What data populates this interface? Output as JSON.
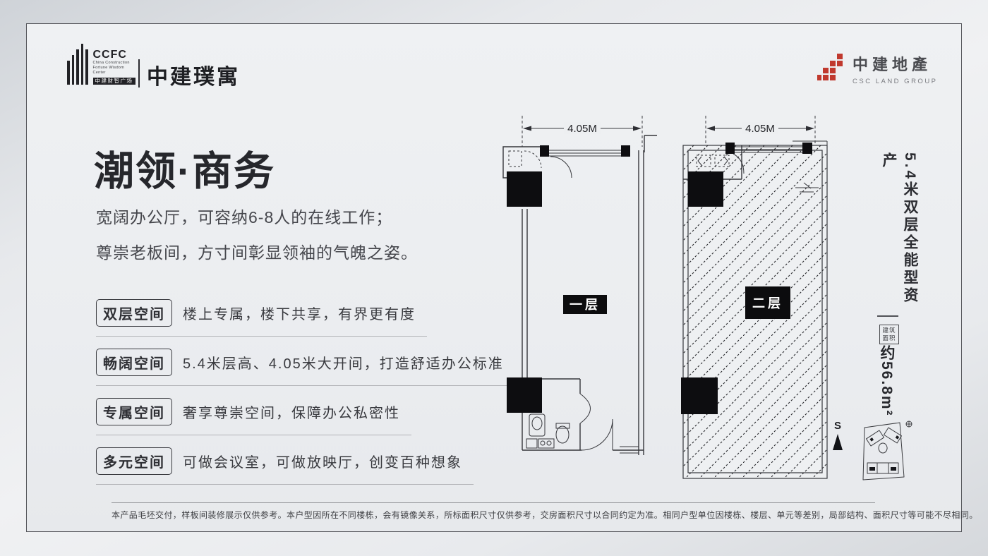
{
  "brand": {
    "ccfc_acronym": "CCFC",
    "ccfc_sub1": "China Construction",
    "ccfc_sub2": "Fortune Wisdom",
    "ccfc_sub3": "Center",
    "ccfc_badge": "中建财智广场",
    "residence_name": "中建璞寓",
    "developer_cn": "中建地產",
    "developer_en": "CSC LAND GROUP"
  },
  "hero": {
    "title": "潮领·商务",
    "line1": "宽阔办公厅，可容纳6-8人的在线工作；",
    "line2": "尊崇老板间，方寸间彰显领袖的气魄之姿。"
  },
  "features": [
    {
      "label": "双层空间",
      "desc": "楼上专属，楼下共享，有界更有度"
    },
    {
      "label": "畅阔空间",
      "desc": "5.4米层高、4.05米大开间，打造舒适办公标准"
    },
    {
      "label": "专属空间",
      "desc": "奢享尊崇空间，保障办公私密性"
    },
    {
      "label": "多元空间",
      "desc": "可做会议室，可做放映厅，创变百种想象"
    }
  ],
  "floorplan": {
    "first_floor": {
      "width_dim": "4.05M",
      "label": "一层"
    },
    "second_floor": {
      "width_dim": "4.05M",
      "label": "二层"
    }
  },
  "aside": {
    "headline": "5.4米双层全能型资产",
    "area_badge_top": "建筑",
    "area_badge_bottom": "面积",
    "area_value": "约56.8m²",
    "compass_label": "S"
  },
  "footer": {
    "disclaimer": "本产品毛坯交付，样板间装修展示仅供参考。本户型因所在不同楼栋，会有镜像关系，所标面积尺寸仅供参考，交房面积尺寸以合同约定为准。相同户型单位因楼栋、楼层、单元等差别，局部结构、面积尺寸等可能不尽相同。"
  },
  "colors": {
    "accent_red": "#c0392e",
    "ink": "#27282d",
    "plan_line": "#35363b"
  }
}
